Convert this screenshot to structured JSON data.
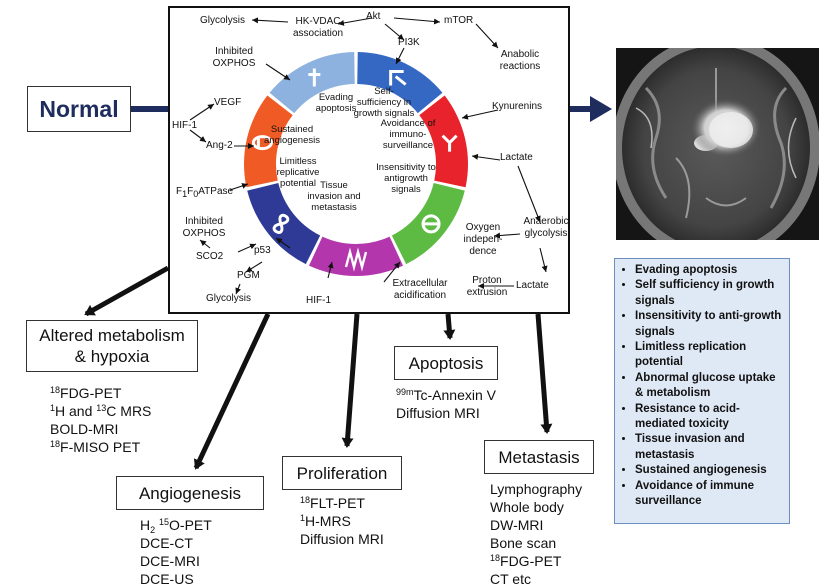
{
  "normal_label": "Normal",
  "wheel": {
    "segments": [
      {
        "id": "evading-apoptosis",
        "label_lines": [
          "Evading",
          "apoptosis"
        ],
        "color": "#8eb2df"
      },
      {
        "id": "self-sufficiency",
        "label_lines": [
          "Self-",
          "sufficiency in",
          "growth signals"
        ],
        "color": "#3568c2"
      },
      {
        "id": "immune-surveillance",
        "label_lines": [
          "Avoidance of",
          "immuno-",
          "surveillance"
        ],
        "color": "#e8232b"
      },
      {
        "id": "antigrowth",
        "label_lines": [
          "Insensitivity to",
          "antigrowth",
          "signals"
        ],
        "color": "#5dbb43"
      },
      {
        "id": "invasion",
        "label_lines": [
          "Tissue",
          "invasion and",
          "metastasis"
        ],
        "color": "#b436ad"
      },
      {
        "id": "replicative",
        "label_lines": [
          "Limitless",
          "replicative",
          "potential"
        ],
        "color": "#2f3a97"
      },
      {
        "id": "angiogenesis",
        "label_lines": [
          "Sustained",
          "angiogenesis"
        ],
        "color": "#f05a24"
      }
    ]
  },
  "pathway_labels": {
    "akt": "Akt",
    "hk_vdac": [
      "HK-VDAC",
      "association"
    ],
    "glycolysis_top": "Glycolysis",
    "mtor": "mTOR",
    "pi3k": "PI3K",
    "anabolic": [
      "Anabolic",
      "reactions"
    ],
    "inhibited_oxphos_top": [
      "Inhibited",
      "OXPHOS"
    ],
    "kynurenins": "Kynurenins",
    "vegf": "VEGF",
    "hif1_left": "HIF-1",
    "ang2": "Ang-2",
    "lactate_right": "Lactate",
    "atpase": "F<sub>1</sub>F<sub>0</sub>ATPase",
    "inhibited_oxphos_bottom": [
      "Inhibited",
      "OXPHOS"
    ],
    "anaerobic": [
      "Anaerobic",
      "glycolysis"
    ],
    "oxygen": [
      "Oxygen",
      "indepen-",
      "dence"
    ],
    "sco2": "SCO2",
    "p53": "p53",
    "pgm": "PGM",
    "glycolysis_bottom": "Glycolysis",
    "hif1_bottom": "HIF-1",
    "extracellular": [
      "Extracellular",
      "acidification"
    ],
    "proton": [
      "Proton",
      "extrusion"
    ],
    "lactate_bottom": "Lactate"
  },
  "metabolism": {
    "heading_lines": [
      "Altered metabolism",
      "& hypoxia"
    ],
    "items_html": [
      "<sup>18</sup>FDG-PET",
      "<sup>1</sup>H and <sup>13</sup>C MRS",
      "BOLD-MRI",
      "<sup>18</sup>F-MISO PET"
    ]
  },
  "angiogenesis": {
    "heading": "Angiogenesis",
    "items_html": [
      "H<sub>2</sub> <sup>15</sup>O-PET",
      "DCE-CT",
      "DCE-MRI",
      "DCE-US"
    ]
  },
  "proliferation": {
    "heading": "Proliferation",
    "items_html": [
      "<sup>18</sup>FLT-PET",
      "<sup>1</sup>H-MRS",
      "Diffusion MRI"
    ]
  },
  "apoptosis": {
    "heading": "Apoptosis",
    "items_html": [
      "<sup>99m</sup>Tc-Annexin V",
      "Diffusion MRI"
    ]
  },
  "metastasis": {
    "heading": "Metastasis",
    "items": [
      "Lymphography",
      "Whole body",
      "DW-MRI",
      "Bone scan",
      "<sup>18</sup>FDG-PET",
      "CT etc"
    ]
  },
  "hallmarks_list": [
    "Evading apoptosis",
    "Self sufficiency in growth signals",
    "Insensitivity to anti-growth signals",
    "Limitless replication potential",
    "Abnormal glucose uptake & metabolism",
    "Resistance to acid-mediated toxicity",
    "Tissue invasion and metastasis",
    "Sustained angiogenesis",
    "Avoidance of immune surveillance"
  ]
}
